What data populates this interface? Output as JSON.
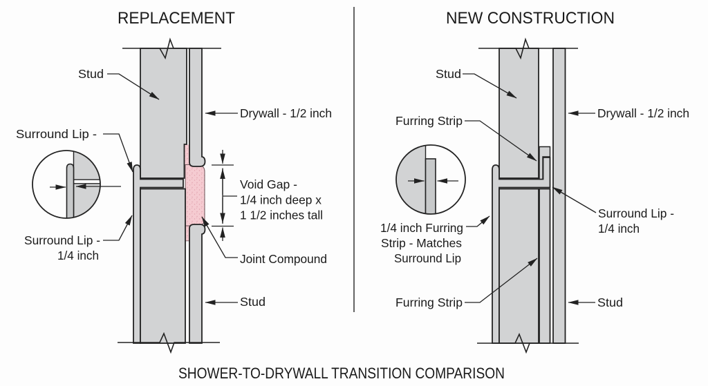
{
  "diagram": {
    "caption": "SHOWER-TO-DRYWALL TRANSITION COMPARISON",
    "left": {
      "title": "REPLACEMENT",
      "stud_top": "Stud",
      "drywall": "Drywall - 1/2 inch",
      "surround_lip_callout": "Surround Lip -",
      "surround_lip_l1": "Surround Lip -",
      "surround_lip_l2": "1/4 inch",
      "void_gap_l1": "Void Gap -",
      "void_gap_l2": "1/4 inch deep x",
      "void_gap_l3": "1 1/2 inches tall",
      "joint_compound": "Joint Compound",
      "stud_bottom": "Stud"
    },
    "right": {
      "title": "NEW CONSTRUCTION",
      "stud_top": "Stud",
      "furring_strip_top": "Furring Strip",
      "drywall": "Drywall - 1/2 inch",
      "furring_note_l1": "1/4 inch Furring",
      "furring_note_l2": "Strip - Matches",
      "furring_note_l3": "Surround Lip",
      "surround_lip_l1": "Surround Lip -",
      "surround_lip_l2": "1/4 inch",
      "furring_strip_bottom": "Furring Strip",
      "stud_bottom": "Stud"
    },
    "colors": {
      "component_fill": "#d2d3d4",
      "detail_fill": "#c7c9ca",
      "joint_compound_fill": "#f5cbd1",
      "joint_compound_speckle": "#dfa0ac",
      "outline": "#222222"
    }
  }
}
